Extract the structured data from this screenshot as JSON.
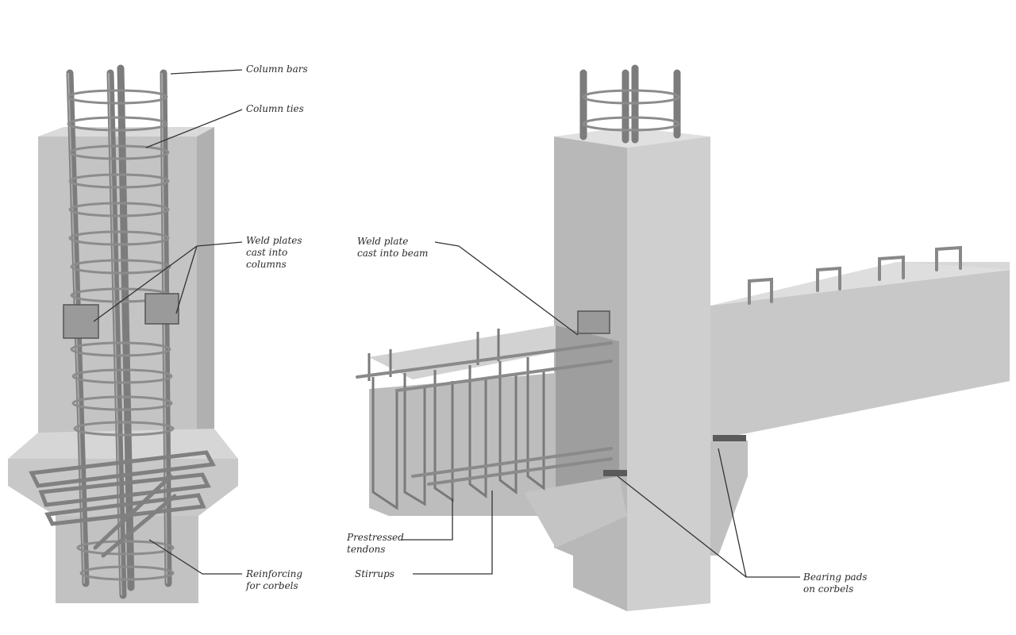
{
  "labels": {
    "column_bars": "Column bars",
    "column_ties": "Column ties",
    "weld_plates_columns": "Weld plates\ncast into\ncolumns",
    "weld_plate_beam": "Weld plate\ncast into beam",
    "prestressed_tendons": "Prestressed\ntendons",
    "stirrups": "Stirrups",
    "reinforcing_corbels": "Reinforcing\nfor corbels",
    "bearing_pads": "Bearing pads\non corbels"
  },
  "colors": {
    "concrete_face": "#c9c9c9",
    "concrete_side": "#b2b2b2",
    "concrete_top": "#dcdcdc",
    "rebar": "#8a8a8a",
    "rebar_dark": "#5a5a5a",
    "leader": "#333333",
    "plate": "#9a9a9a"
  }
}
